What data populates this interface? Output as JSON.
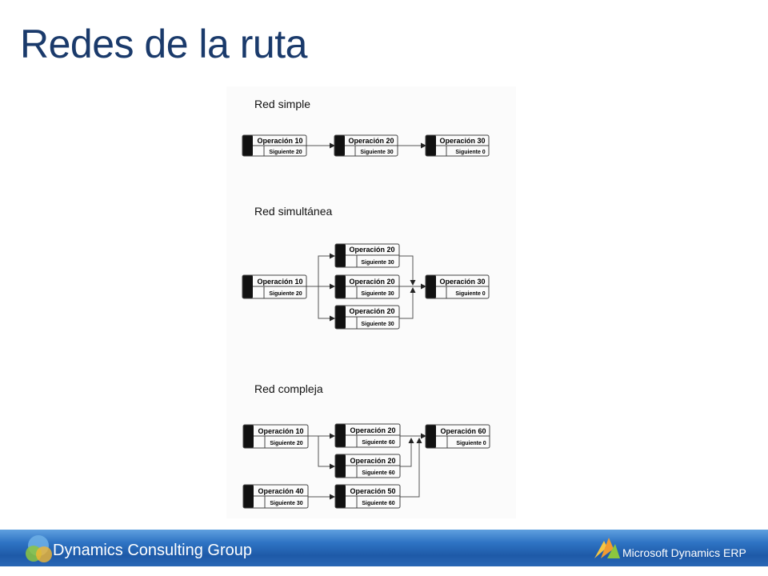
{
  "title": "Redes de la ruta",
  "sections": [
    {
      "heading": "Red simple",
      "nodes": [
        {
          "op": "Operación 10",
          "next": "Siguiente 20"
        },
        {
          "op": "Operación 20",
          "next": "Siguiente 30"
        },
        {
          "op": "Operación 30",
          "next": "Siguiente 0"
        }
      ]
    },
    {
      "heading": "Red simultánea",
      "nodes": [
        {
          "op": "Operación 10",
          "next": "Siguiente 20"
        },
        {
          "op": "Operación 20",
          "next": "Siguiente 30"
        },
        {
          "op": "Operación 20",
          "next": "Siguiente 30"
        },
        {
          "op": "Operación 20",
          "next": "Siguiente 30"
        },
        {
          "op": "Operación 30",
          "next": "Siguiente 0"
        }
      ]
    },
    {
      "heading": "Red compleja",
      "nodes": [
        {
          "op": "Operación 10",
          "next": "Siguiente 20"
        },
        {
          "op": "Operación 20",
          "next": "Siguiente 60"
        },
        {
          "op": "Operación 20",
          "next": "Siguiente 60"
        },
        {
          "op": "Operación 40",
          "next": "Siguiente 30"
        },
        {
          "op": "Operación 50",
          "next": "Siguiente 60"
        },
        {
          "op": "Operación 60",
          "next": "Siguiente 0"
        }
      ]
    }
  ],
  "footer": {
    "left_text": "Dynamics Consulting Group",
    "brand_text": "Microsoft Dynamics ERP"
  }
}
